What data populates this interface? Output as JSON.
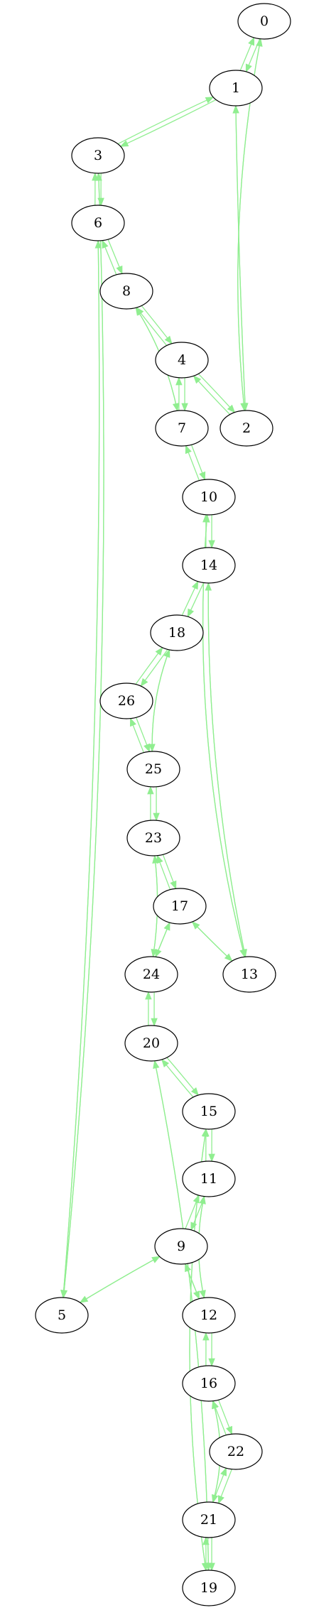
{
  "diagram": {
    "edge_color": "#90ee90",
    "node_stroke": "#000000",
    "nodes": [
      "0",
      "1",
      "3",
      "6",
      "8",
      "4",
      "7",
      "2",
      "10",
      "14",
      "18",
      "26",
      "25",
      "23",
      "17",
      "24",
      "13",
      "20",
      "15",
      "11",
      "9",
      "5",
      "12",
      "16",
      "22",
      "21",
      "19"
    ],
    "edges": [
      [
        "0",
        "1"
      ],
      [
        "1",
        "0"
      ],
      [
        "0",
        "2"
      ],
      [
        "2",
        "0"
      ],
      [
        "1",
        "2"
      ],
      [
        "2",
        "1"
      ],
      [
        "1",
        "3"
      ],
      [
        "3",
        "1"
      ],
      [
        "3",
        "6"
      ],
      [
        "6",
        "3"
      ],
      [
        "3",
        "5"
      ],
      [
        "5",
        "3"
      ],
      [
        "6",
        "8"
      ],
      [
        "8",
        "6"
      ],
      [
        "6",
        "5"
      ],
      [
        "5",
        "6"
      ],
      [
        "8",
        "4"
      ],
      [
        "4",
        "8"
      ],
      [
        "8",
        "7"
      ],
      [
        "7",
        "8"
      ],
      [
        "4",
        "7"
      ],
      [
        "7",
        "4"
      ],
      [
        "4",
        "2"
      ],
      [
        "2",
        "4"
      ],
      [
        "7",
        "10"
      ],
      [
        "10",
        "7"
      ],
      [
        "10",
        "14"
      ],
      [
        "14",
        "10"
      ],
      [
        "10",
        "13"
      ],
      [
        "13",
        "10"
      ],
      [
        "14",
        "18"
      ],
      [
        "18",
        "14"
      ],
      [
        "14",
        "13"
      ],
      [
        "13",
        "14"
      ],
      [
        "18",
        "26"
      ],
      [
        "26",
        "18"
      ],
      [
        "18",
        "25"
      ],
      [
        "25",
        "18"
      ],
      [
        "26",
        "25"
      ],
      [
        "25",
        "26"
      ],
      [
        "25",
        "23"
      ],
      [
        "23",
        "25"
      ],
      [
        "23",
        "17"
      ],
      [
        "17",
        "23"
      ],
      [
        "23",
        "24"
      ],
      [
        "24",
        "23"
      ],
      [
        "17",
        "24"
      ],
      [
        "24",
        "17"
      ],
      [
        "17",
        "13"
      ],
      [
        "13",
        "17"
      ],
      [
        "24",
        "20"
      ],
      [
        "20",
        "24"
      ],
      [
        "20",
        "15"
      ],
      [
        "15",
        "20"
      ],
      [
        "20",
        "19"
      ],
      [
        "19",
        "20"
      ],
      [
        "15",
        "11"
      ],
      [
        "11",
        "15"
      ],
      [
        "15",
        "19"
      ],
      [
        "19",
        "15"
      ],
      [
        "11",
        "9"
      ],
      [
        "9",
        "11"
      ],
      [
        "11",
        "12"
      ],
      [
        "12",
        "11"
      ],
      [
        "9",
        "5"
      ],
      [
        "5",
        "9"
      ],
      [
        "9",
        "12"
      ],
      [
        "12",
        "9"
      ],
      [
        "12",
        "16"
      ],
      [
        "16",
        "12"
      ],
      [
        "16",
        "22"
      ],
      [
        "22",
        "16"
      ],
      [
        "16",
        "21"
      ],
      [
        "21",
        "16"
      ],
      [
        "22",
        "21"
      ],
      [
        "21",
        "22"
      ],
      [
        "21",
        "19"
      ],
      [
        "19",
        "21"
      ]
    ]
  }
}
